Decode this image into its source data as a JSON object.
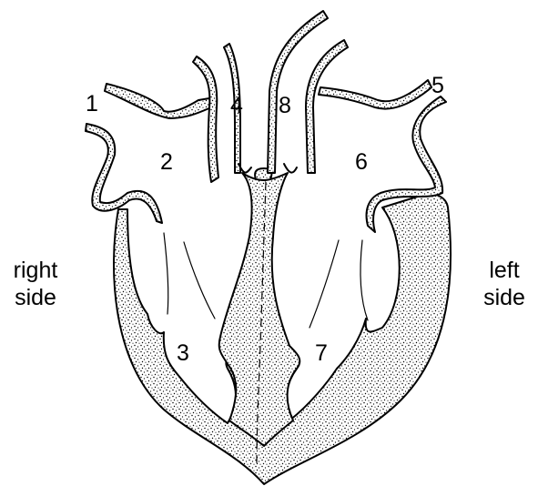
{
  "diagram": {
    "side_labels": {
      "right": [
        "right",
        "side"
      ],
      "left": [
        "left",
        "side"
      ]
    },
    "part_numbers": [
      "1",
      "2",
      "3",
      "4",
      "5",
      "6",
      "7",
      "8"
    ]
  }
}
